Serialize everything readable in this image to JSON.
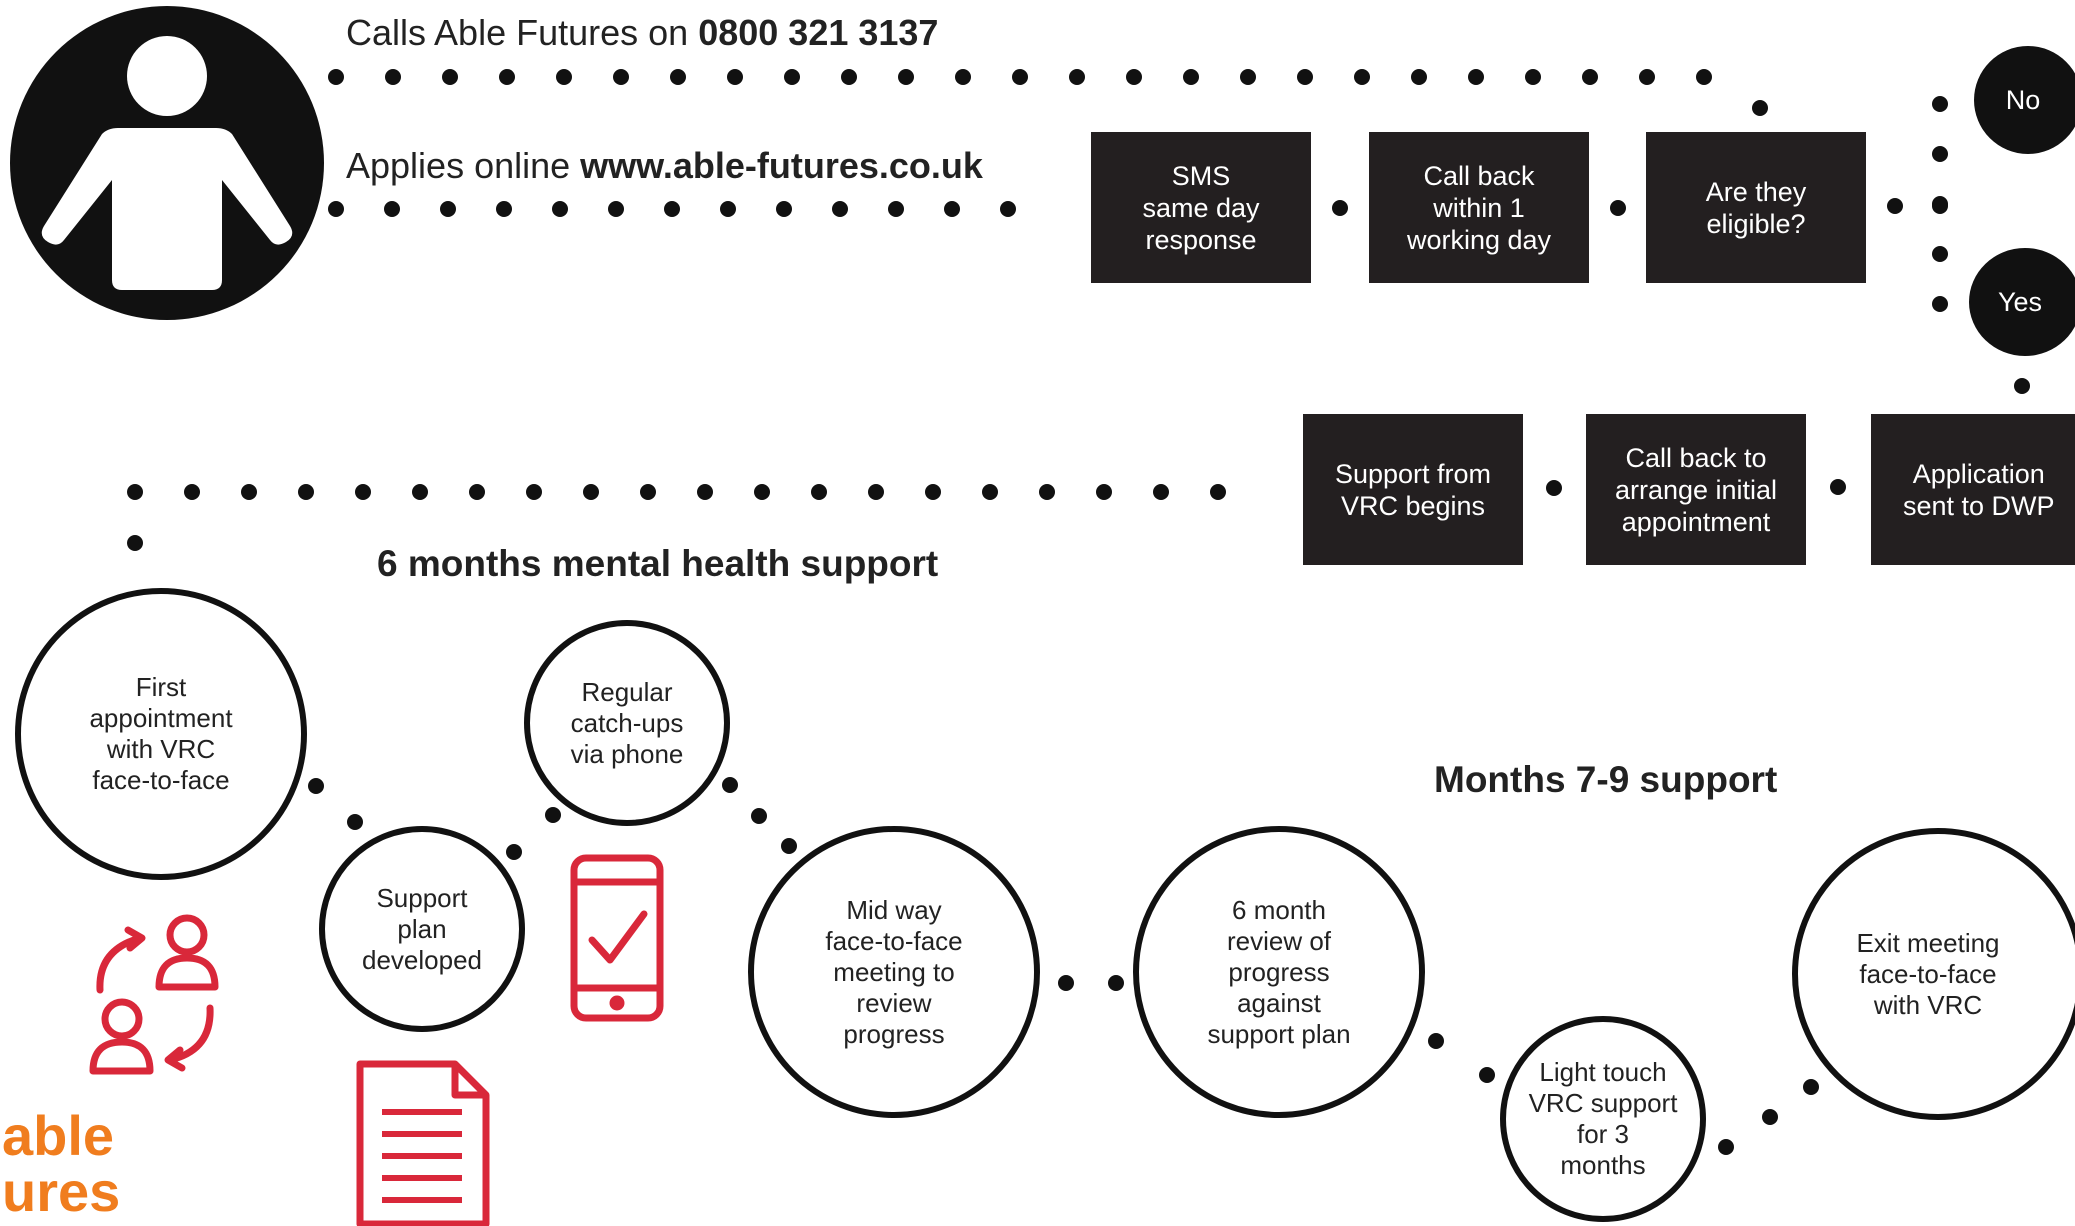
{
  "header": {
    "call_prefix": "Calls Able Futures on",
    "call_number": "0800 321 3137",
    "online_prefix": "Applies online",
    "online_url": "www.able-futures.co.uk"
  },
  "flow_boxes": {
    "sms": "SMS\nsame day\nresponse",
    "callback": "Call back\nwithin 1\nworking day",
    "eligible": "Are they\neligible?",
    "support_vrc": "Support from\nVRC begins",
    "arrange": "Call back to\narrange initial\nappointment",
    "dwp": "Application\nsent to DWP"
  },
  "decisions": {
    "no": "No",
    "yes": "Yes"
  },
  "headings": {
    "six_months": "6 months mental health support",
    "months_7_9": "Months 7-9 support"
  },
  "steps": {
    "first_appt": "First\nappointment\nwith VRC\nface-to-face",
    "support_plan": "Support\nplan\ndeveloped",
    "catchups": "Regular\ncatch-ups\nvia phone",
    "midway": "Mid way\nface-to-face\nmeeting to\nreview\nprogress",
    "six_month_review": "6 month\nreview of\nprogress\nagainst\nsupport plan",
    "light_touch": "Light touch\nVRC support\nfor 3\nmonths",
    "exit": "Exit meeting\nface-to-face\nwith VRC"
  },
  "brand": {
    "line1": "able",
    "line2": "ures"
  },
  "colors": {
    "dark": "#231f20",
    "accent_red": "#d9283a",
    "brand_orange": "#f07d1e"
  },
  "icons": [
    "person-icon",
    "people-exchange-icon",
    "smartphone-check-icon",
    "document-icon"
  ]
}
